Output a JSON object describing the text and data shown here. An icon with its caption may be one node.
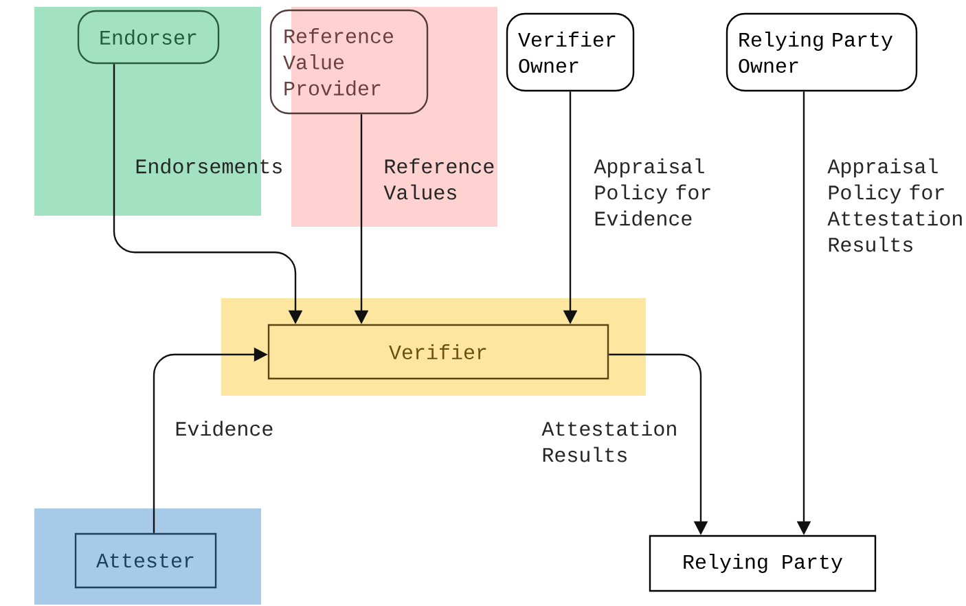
{
  "diagram": {
    "nodes": [
      {
        "text": [
          "Endorser"
        ]
      },
      {
        "text": [
          "Reference Value Provider"
        ]
      },
      {
        "text": [
          "Verifier Owner"
        ]
      },
      {
        "text": [
          "Relying Party Owner"
        ]
      },
      {
        "text": [
          "Verifier"
        ]
      },
      {
        "text": [
          "Attester"
        ]
      },
      {
        "text": [
          "Relying Party"
        ]
      }
    ],
    "edges": [
      {
        "from": 0,
        "to": 4,
        "arrow": "to",
        "label": "Endorsements"
      },
      {
        "from": 1,
        "to": 4,
        "arrow": "to",
        "label": "Reference Values"
      },
      {
        "from": 2,
        "to": 4,
        "arrow": "to",
        "label": "Appraisal Policy for Evidence"
      },
      {
        "from": 3,
        "to": 6,
        "arrow": "to",
        "label": "Appraisal Policy for Attestation Results"
      },
      {
        "from": 5,
        "to": 4,
        "arrow": "to",
        "label": "Evidence"
      },
      {
        "from": 4,
        "to": 6,
        "arrow": "to",
        "label": "Attestation Results"
      }
    ]
  }
}
